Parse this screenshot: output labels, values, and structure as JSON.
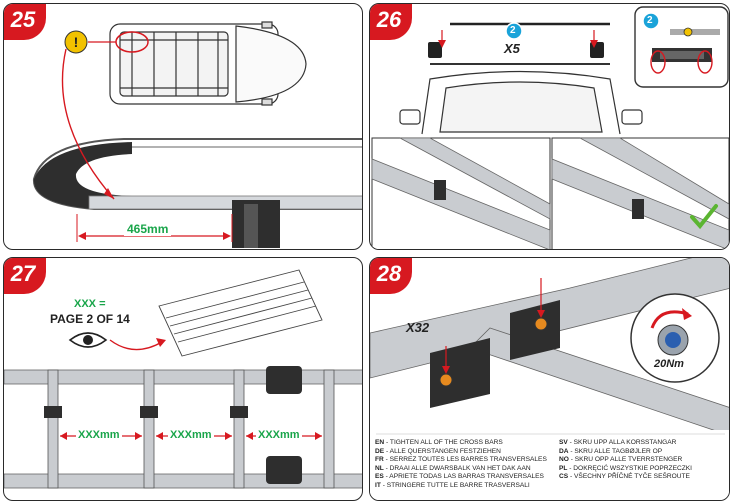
{
  "steps": {
    "s25": {
      "number": "25",
      "measure": "465mm"
    },
    "s26": {
      "number": "26",
      "qty": "X5",
      "detail_badge": "2",
      "top_badge": "2"
    },
    "s27": {
      "number": "27",
      "ref_code": "XXX =",
      "page_ref": "PAGE 2 OF 14",
      "spacing": [
        "XXXmm",
        "XXXmm",
        "XXXmm"
      ]
    },
    "s28": {
      "number": "28",
      "qty": "X32",
      "torque": "20Nm"
    }
  },
  "legend": {
    "left": [
      {
        "code": "EN",
        "text": " - TIGHTEN ALL OF THE CROSS BARS"
      },
      {
        "code": "DE",
        "text": " - ALLE QUERSTANGEN FESTZIEHEN"
      },
      {
        "code": "FR",
        "text": " - SERREZ TOUTES LES BARRES TRANSVERSALES"
      },
      {
        "code": "NL",
        "text": " - DRAAI ALLE DWARSBALK VAN HET DAK AAN"
      },
      {
        "code": "ES",
        "text": " - APRIETE TODAS LAS BARRAS TRANSVERSALES"
      },
      {
        "code": "IT",
        "text": " - STRINGERE TUTTE LE BARRE TRASVERSALI"
      }
    ],
    "right": [
      {
        "code": "SV",
        "text": " - SKRU UPP ALLA KORSSTANGAR"
      },
      {
        "code": "DA",
        "text": " - SKRU ALLE TAGBØJLER OP"
      },
      {
        "code": "NO",
        "text": " - SKRU OPP ALLE TVERRSTENGER"
      },
      {
        "code": "PL",
        "text": " - DOKRĘCIĆ WSZYSTKIE POPRZECZKI"
      },
      {
        "code": "CS",
        "text": " - VŠECHNY PŘÍČNÉ TYČE SEŠROUTE"
      }
    ]
  },
  "colors": {
    "badge": "#d71920",
    "green": "#19a54a",
    "warning": "#f2c200",
    "info": "#1aa3d9",
    "check": "#5bb531"
  }
}
